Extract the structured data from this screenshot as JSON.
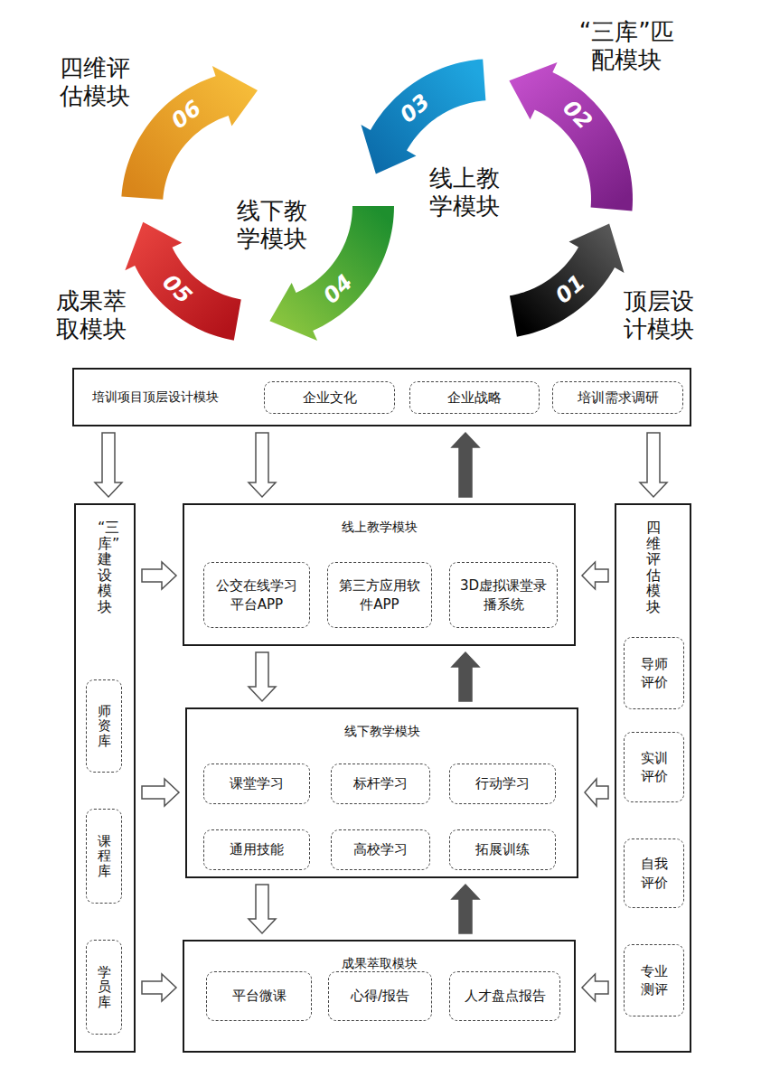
{
  "diagram": {
    "nodes": [
      {
        "text": [
          "01",
          "顶层设计模块"
        ]
      },
      {
        "text": [
          "02",
          "“三库”匹配模块"
        ]
      },
      {
        "text": [
          "03",
          "线上教学模块"
        ]
      },
      {
        "text": [
          "04",
          "线下教学模块"
        ]
      },
      {
        "text": [
          "05",
          "成果萃取模块"
        ]
      },
      {
        "text": [
          "06",
          "四维评估模块"
        ]
      },
      {
        "text": [
          "培训项目顶层设计模块"
        ]
      },
      {
        "text": [
          "企业文化"
        ],
        "in": 6
      },
      {
        "text": [
          "企业战略"
        ],
        "in": 6
      },
      {
        "text": [
          "培训需求调研"
        ],
        "in": 6
      },
      {
        "text": [
          "“三库”建设模块"
        ]
      },
      {
        "text": [
          "师资库"
        ],
        "in": 10
      },
      {
        "text": [
          "课程库"
        ],
        "in": 10
      },
      {
        "text": [
          "学员库"
        ],
        "in": 10
      },
      {
        "text": [
          "线上教学模块"
        ]
      },
      {
        "text": [
          "公交在线学习平台APP"
        ],
        "in": 14
      },
      {
        "text": [
          "第三方应用软件APP"
        ],
        "in": 14
      },
      {
        "text": [
          "3D虚拟课堂录播系统"
        ],
        "in": 14
      },
      {
        "text": [
          "线下教学模块"
        ]
      },
      {
        "text": [
          "课堂学习"
        ],
        "in": 18
      },
      {
        "text": [
          "标杆学习"
        ],
        "in": 18
      },
      {
        "text": [
          "行动学习"
        ],
        "in": 18
      },
      {
        "text": [
          "通用技能"
        ],
        "in": 18
      },
      {
        "text": [
          "高校学习"
        ],
        "in": 18
      },
      {
        "text": [
          "拓展训练"
        ],
        "in": 18
      },
      {
        "text": [
          "成果萃取模块"
        ]
      },
      {
        "text": [
          "平台微课"
        ],
        "in": 25
      },
      {
        "text": [
          "心得/报告"
        ],
        "in": 25
      },
      {
        "text": [
          "人才盘点报告"
        ],
        "in": 25
      },
      {
        "text": [
          "四维评估模块"
        ]
      },
      {
        "text": [
          "导师评价"
        ],
        "in": 29
      },
      {
        "text": [
          "实训评价"
        ],
        "in": 29
      },
      {
        "text": [
          "自我评价"
        ],
        "in": 29
      },
      {
        "text": [
          "专业测评"
        ],
        "in": 29
      }
    ],
    "edges": [
      {
        "from": 6,
        "to": 10,
        "arrow": "to"
      },
      {
        "from": 6,
        "to": 14,
        "arrow": "to"
      },
      {
        "from": 14,
        "to": 6,
        "arrow": "to"
      },
      {
        "from": 6,
        "to": 29,
        "arrow": "to"
      },
      {
        "from": 10,
        "to": 14,
        "arrow": "to"
      },
      {
        "from": 10,
        "to": 18,
        "arrow": "to"
      },
      {
        "from": 10,
        "to": 25,
        "arrow": "to"
      },
      {
        "from": 29,
        "to": 14,
        "arrow": "to"
      },
      {
        "from": 29,
        "to": 18,
        "arrow": "to"
      },
      {
        "from": 29,
        "to": 25,
        "arrow": "to"
      },
      {
        "from": 14,
        "to": 18,
        "arrow": "to"
      },
      {
        "from": 18,
        "to": 14,
        "arrow": "to"
      },
      {
        "from": 18,
        "to": 25,
        "arrow": "to"
      },
      {
        "from": 25,
        "to": 18,
        "arrow": "to"
      }
    ]
  }
}
